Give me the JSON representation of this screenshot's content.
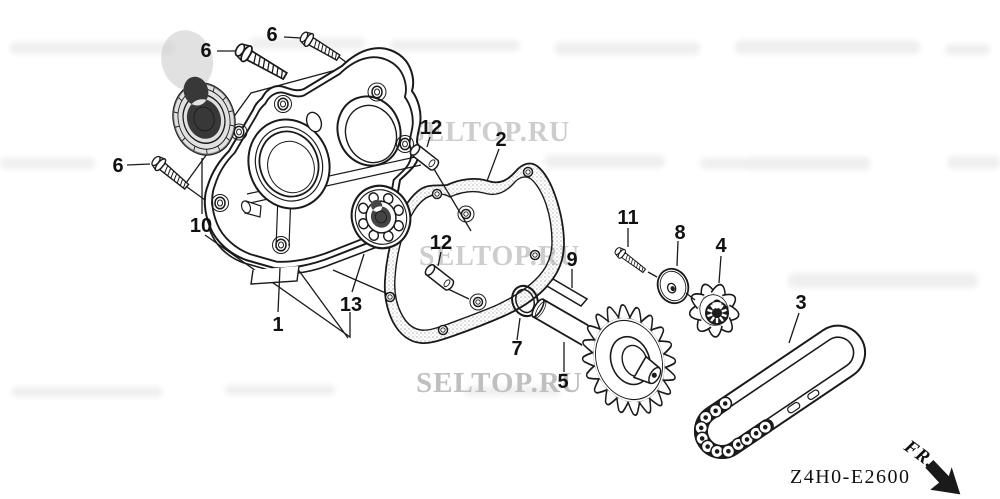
{
  "diagram": {
    "code": "Z4H0-E2600",
    "direction_label": "FR.",
    "watermark_text": "SELTOP.RU",
    "callouts": {
      "c1": "1",
      "c2": "2",
      "c3": "3",
      "c4": "4",
      "c5": "5",
      "c6a": "6",
      "c6b": "6",
      "c6c": "6",
      "c7": "7",
      "c8": "8",
      "c9": "9",
      "c10": "10",
      "c11": "11",
      "c12a": "12",
      "c12b": "12",
      "c13": "13"
    },
    "colors": {
      "line": "#1a1a1a",
      "text": "#111111",
      "watermark_light": "#cdcdcd",
      "watermark_bold": "#bfbfbf",
      "background": "#ffffff"
    }
  }
}
